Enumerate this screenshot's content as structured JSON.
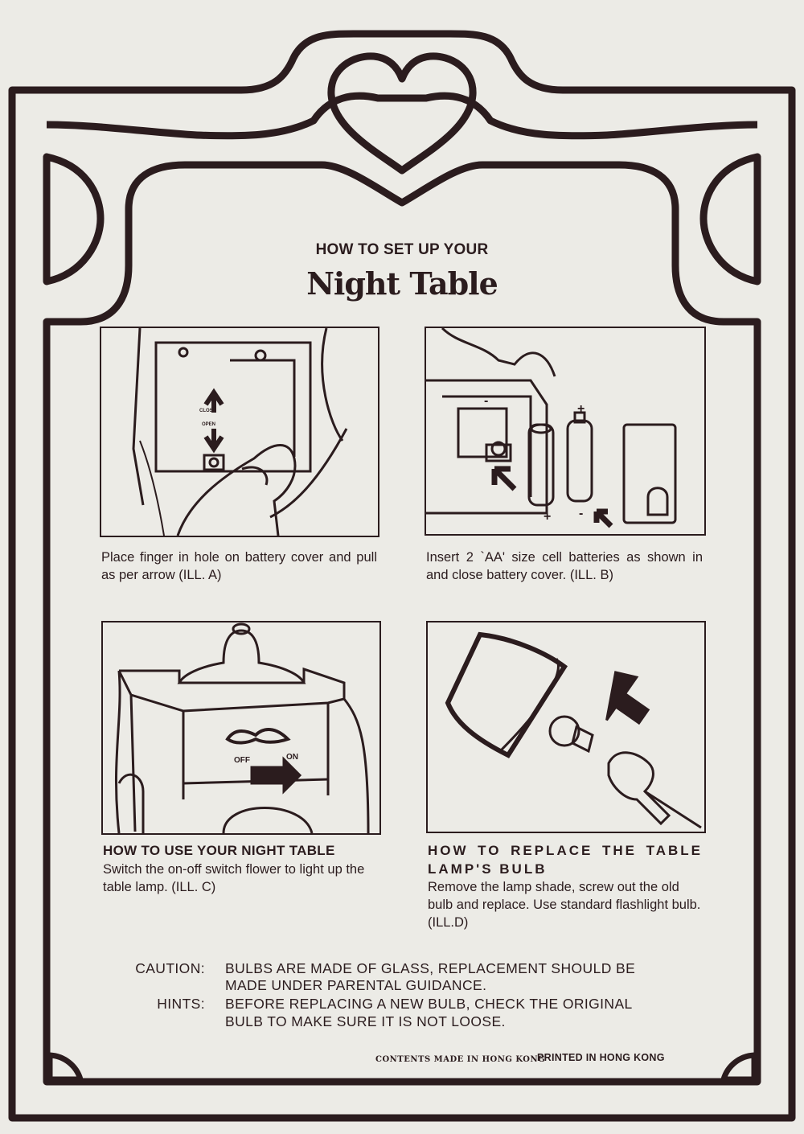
{
  "header": {
    "subtitle": "HOW TO SET UP YOUR",
    "title": "Night Table"
  },
  "steps": [
    {
      "illustration": "ILL. A",
      "text": "Place finger in hole on battery cover and pull as per arrow (ILL. A)",
      "labels": {
        "close": "CLOSE",
        "open": "OPEN"
      }
    },
    {
      "illustration": "ILL. B",
      "text": "Insert 2 `AA' size cell batteries as shown in and close battery cover. (ILL. B)",
      "labels": {
        "minus": "-",
        "plus": "+"
      }
    },
    {
      "illustration": "ILL. C",
      "heading": "HOW TO USE YOUR NIGHT TABLE",
      "text": "Switch the on-off switch flower to light up the table lamp. (ILL. C)",
      "labels": {
        "off": "OFF",
        "on": "ON"
      }
    },
    {
      "illustration": "ILL. D",
      "heading": "HOW TO REPLACE THE TABLE LAMP'S BULB",
      "text": "Remove the lamp shade, screw out the old bulb and replace. Use standard flashlight bulb. (ILL.D)"
    }
  ],
  "notes": {
    "caution_label": "CAUTION:",
    "caution_line1": "BULBS ARE MADE OF GLASS, REPLACEMENT SHOULD BE",
    "caution_line2": "MADE UNDER PARENTAL GUIDANCE.",
    "hints_label": "HINTS:",
    "hints_line1": "BEFORE REPLACING A NEW BULB, CHECK THE ORIGINAL",
    "hints_line2": "BULB TO MAKE SURE IT IS NOT LOOSE."
  },
  "footer": {
    "contents": "CONTENTS MADE IN HONG KONG",
    "printed": "PRINTED IN HONG KONG"
  },
  "colors": {
    "ink": "#2b1c1e",
    "paper": "#ecebe6"
  }
}
